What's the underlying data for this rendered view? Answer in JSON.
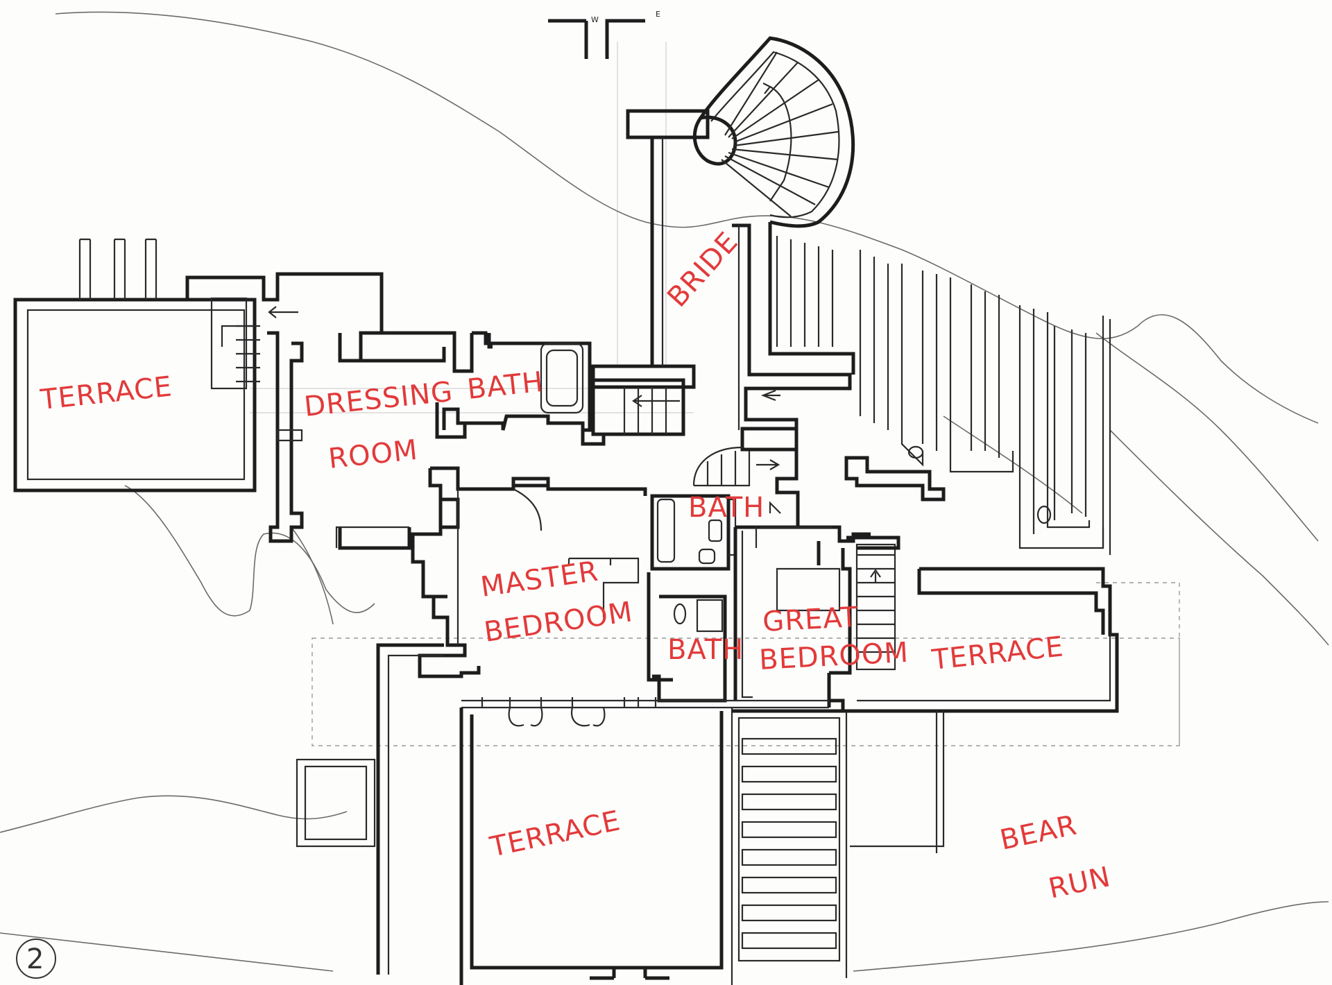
{
  "orientation": {
    "west": "W",
    "east": "E"
  },
  "rooms": {
    "terrace_west": "TERRACE",
    "dressing_room_line1": "DRESSING",
    "dressing_room_line2": "ROOM",
    "bath_north": "BATH",
    "bridge": "BRIDE",
    "bath_center": "BATH",
    "master_line1": "MASTER",
    "master_line2": "BEDROOM",
    "bath_south": "BATH",
    "great_line1": "GREAT",
    "great_line2": "BEDROOM",
    "terrace_east": "TERRACE",
    "terrace_south": "TERRACE",
    "stream_line1": "BEAR",
    "stream_line2": "RUN"
  },
  "sheet_number": "2",
  "colors": {
    "label": "#e23a3a",
    "ink": "#1d1d1d",
    "pencil": "#6b6b6b"
  }
}
